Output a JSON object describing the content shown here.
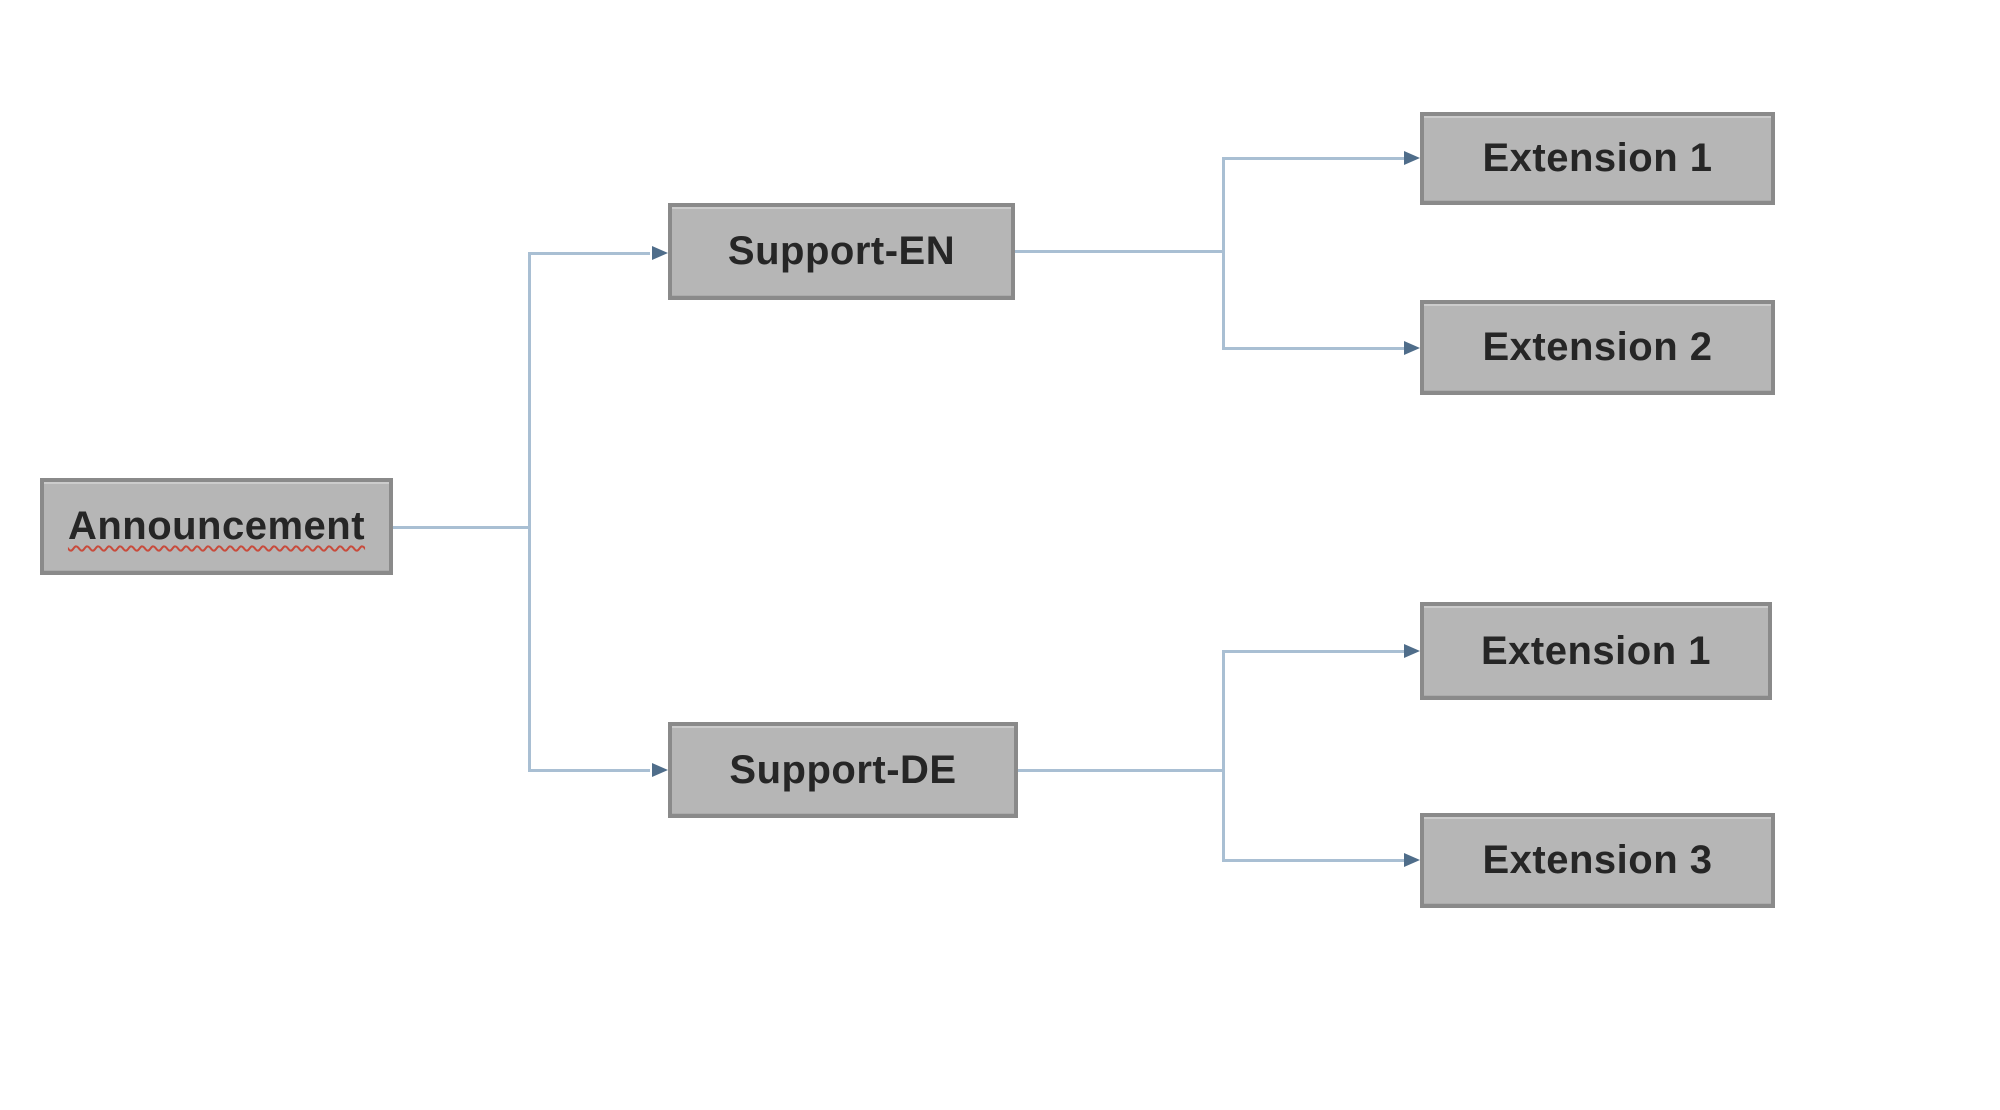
{
  "diagram": {
    "nodes": {
      "announcement": {
        "label": "Announcement",
        "misspelled": true
      },
      "support_en": {
        "label": "Support-EN"
      },
      "support_de": {
        "label": "Support-DE"
      },
      "extension1_top": {
        "label": "Extension 1"
      },
      "extension2": {
        "label": "Extension 2"
      },
      "extension1_bottom": {
        "label": "Extension 1"
      },
      "extension3": {
        "label": "Extension 3"
      }
    },
    "edges": [
      {
        "from": "Announcement",
        "to": "Support-EN"
      },
      {
        "from": "Announcement",
        "to": "Support-DE"
      },
      {
        "from": "Support-EN",
        "to": "Extension 1"
      },
      {
        "from": "Support-EN",
        "to": "Extension 2"
      },
      {
        "from": "Support-DE",
        "to": "Extension 1"
      },
      {
        "from": "Support-DE",
        "to": "Extension 3"
      }
    ],
    "colors": {
      "node_fill": "#b6b6b6",
      "node_border": "#8a8a8a",
      "connector": "#a9bfd3",
      "arrowhead": "#4f6d8a",
      "label_text": "#262626",
      "spellcheck_underline": "#c84b3c",
      "background": "#ffffff"
    }
  }
}
